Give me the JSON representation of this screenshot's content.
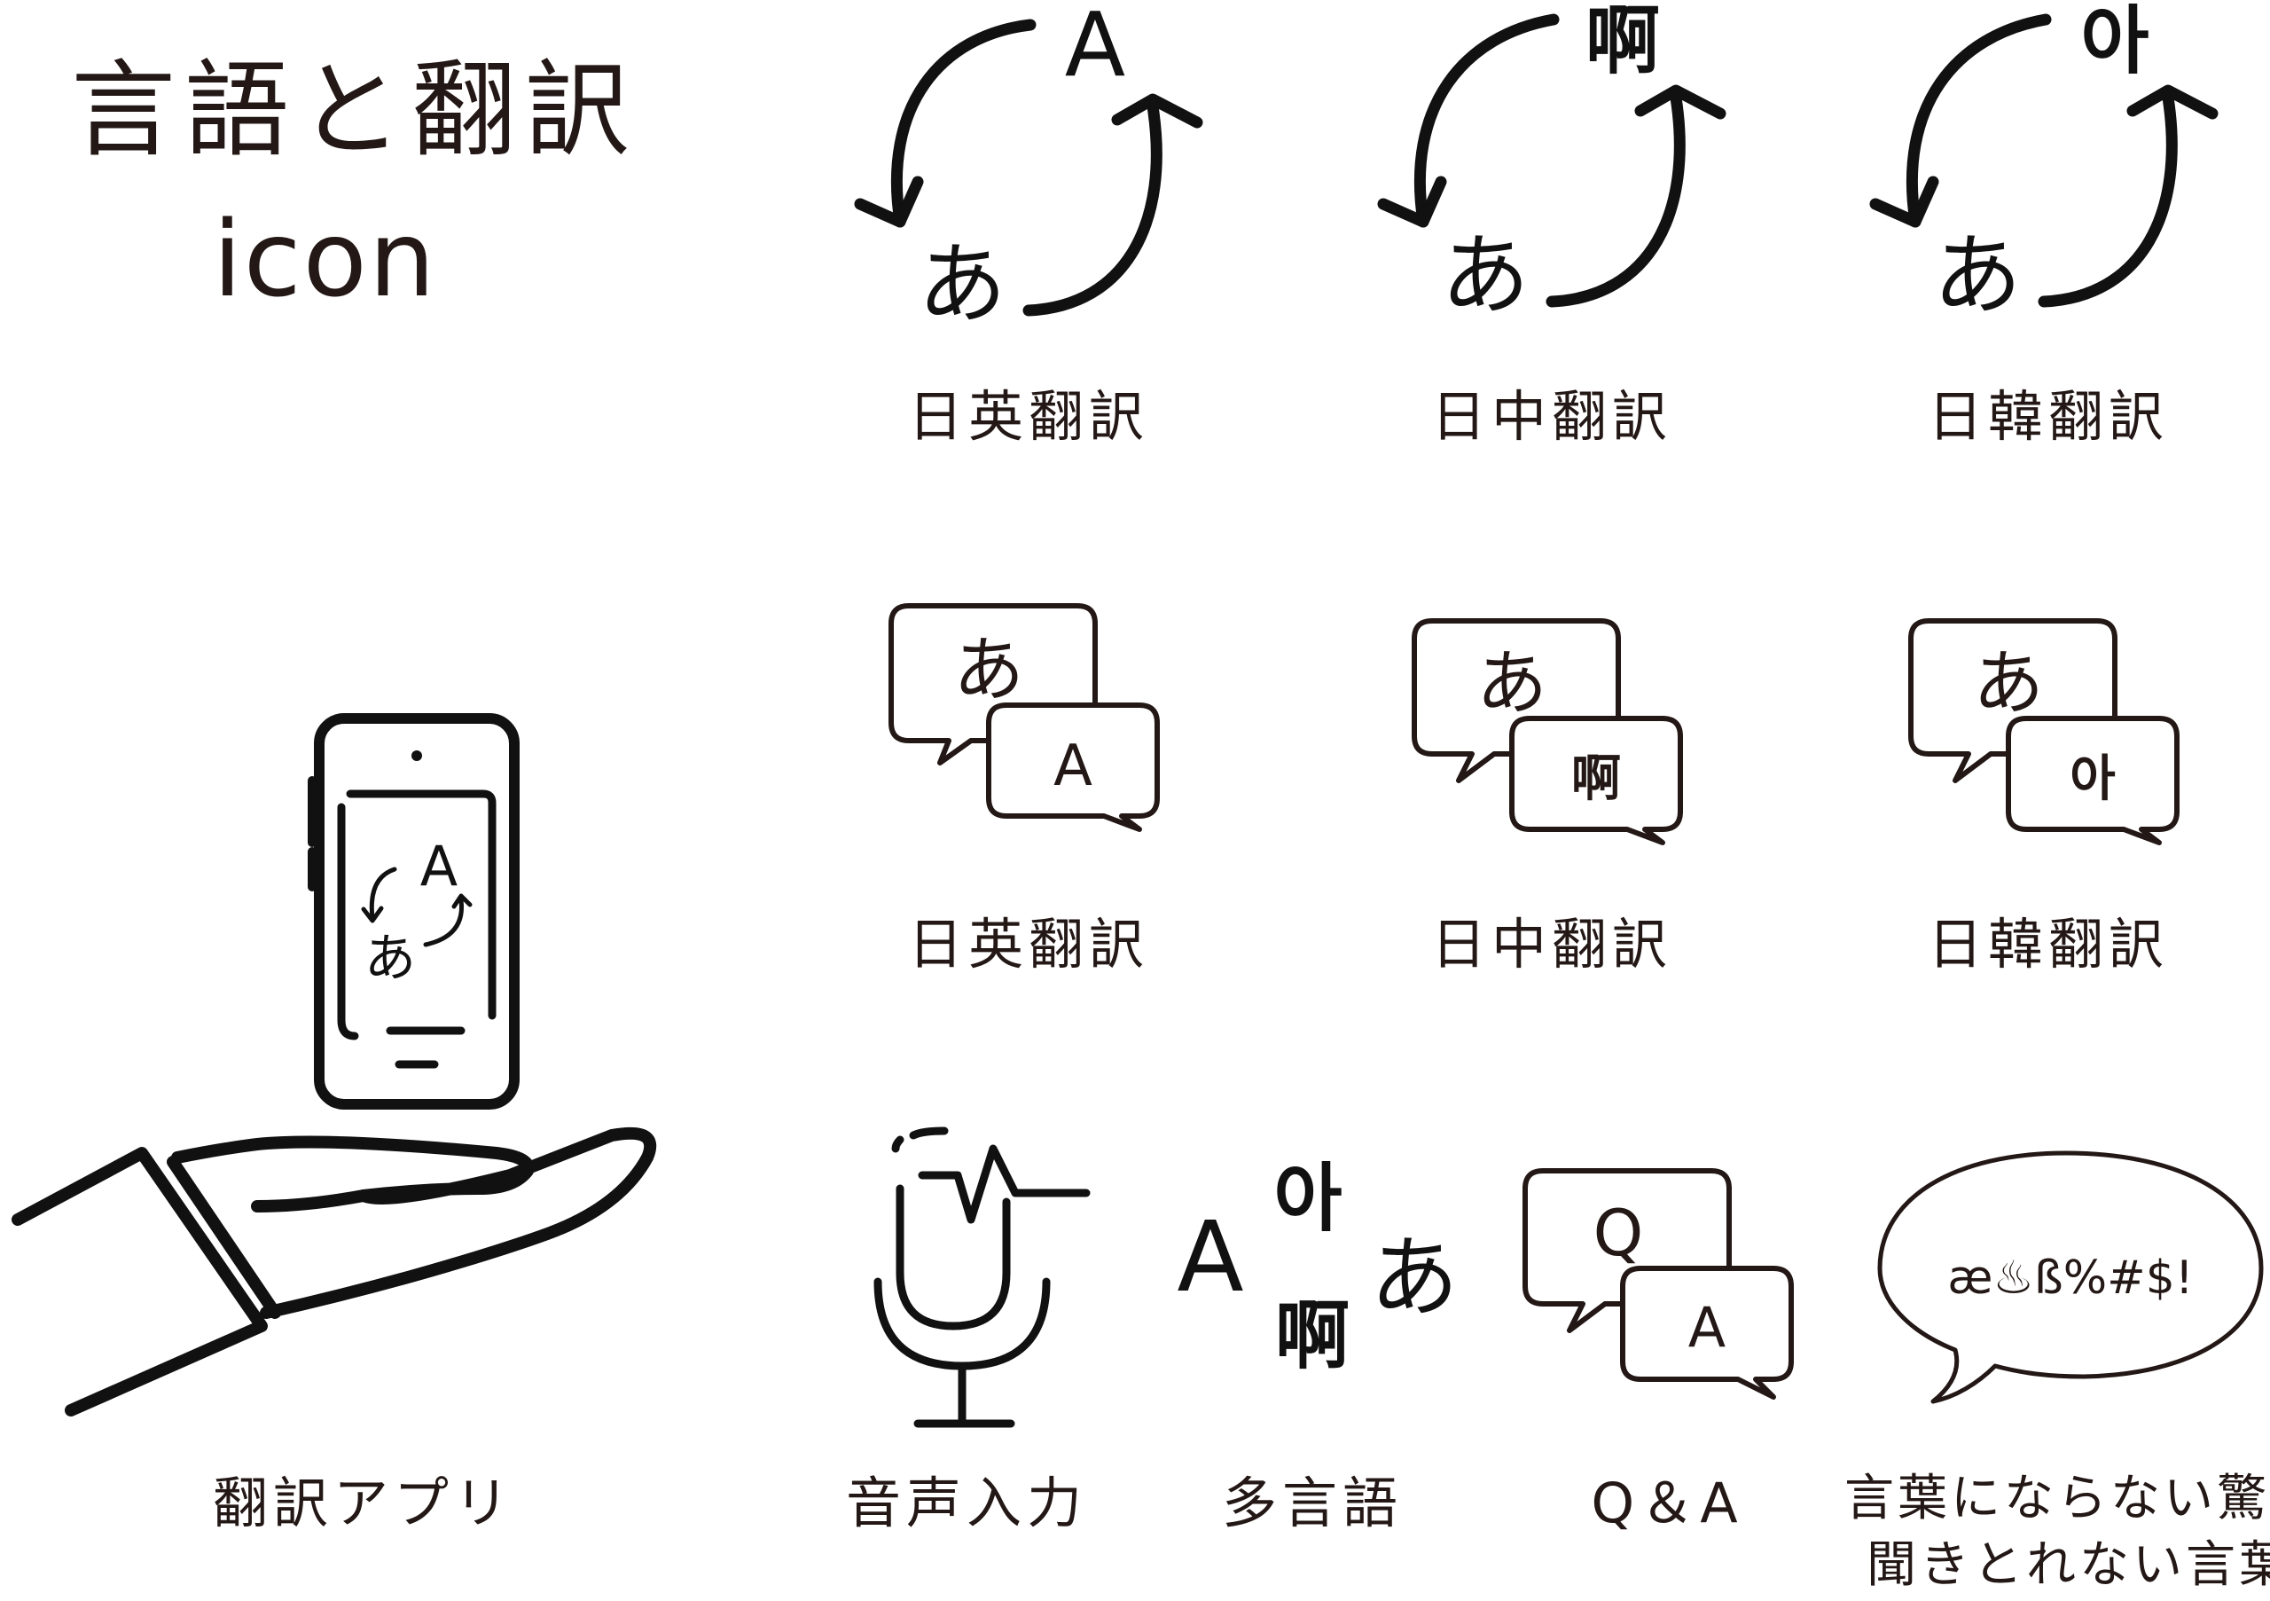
{
  "title": {
    "line1": "言語と翻訳",
    "line2": "icon"
  },
  "glyphs": {
    "latin": "A",
    "hiragana": "あ",
    "hanzi": "啊",
    "hangul": "아",
    "q": "Q",
    "garbled": "æ♨ß%#$!"
  },
  "labels": {
    "ja_en": "日英翻訳",
    "ja_zh": "日中翻訳",
    "ja_ko": "日韓翻訳",
    "app": "翻訳アプリ",
    "voice": "音声入力",
    "multi": "多言語",
    "qa": "Q＆A",
    "surprise_1": "言葉にならない驚き",
    "surprise_2": "聞きとれない言葉"
  },
  "colors": {
    "ink": "#231815",
    "background": "#ffffff"
  }
}
